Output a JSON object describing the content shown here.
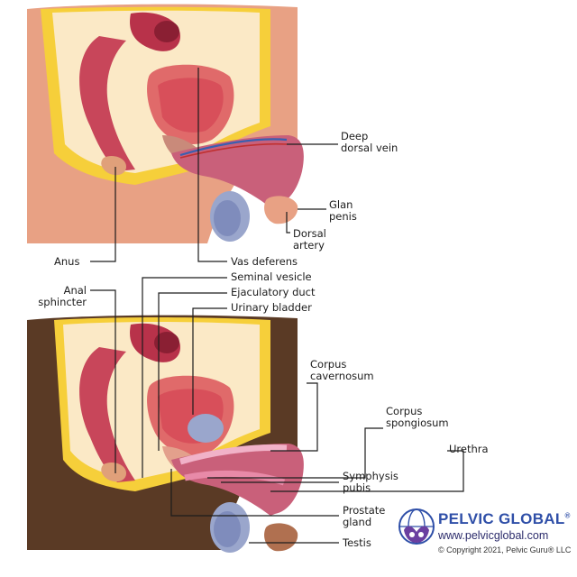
{
  "labels": {
    "deep_dorsal_vein": "Deep\ndorsal vein",
    "glan_penis": "Glan\npenis",
    "dorsal_artery": "Dorsal\nartery",
    "anus": "Anus",
    "vas_deferens": "Vas deferens",
    "seminal_vesicle": "Seminal vesicle",
    "anal_sphincter": "Anal\nsphincter",
    "ejaculatory_duct": "Ejaculatory duct",
    "urinary_bladder": "Urinary bladder",
    "corpus_cavernosum": "Corpus\ncavernosum",
    "corpus_spongiosum": "Corpus\nspongiosum",
    "urethra": "Urethra",
    "symphysis_pubis": "Symphysis\npubis",
    "prostate_gland": "Prostate\ngland",
    "testis": "Testis"
  },
  "logo": {
    "brand": "PELVIC GLOBAL",
    "trademark": "®",
    "url": "www.pelvicglobal.com",
    "copyright": "© Copyright 2021, Pelvic Guru® LLC"
  },
  "colors": {
    "skin_light": "#e8a184",
    "skin_dark": "#5a3a25",
    "fat_yellow": "#f6cf3a",
    "rectum": "#c8465a",
    "bladder": "#e06a6a",
    "testis": "#9aa6cc",
    "brand_blue": "#2f4fa8"
  }
}
